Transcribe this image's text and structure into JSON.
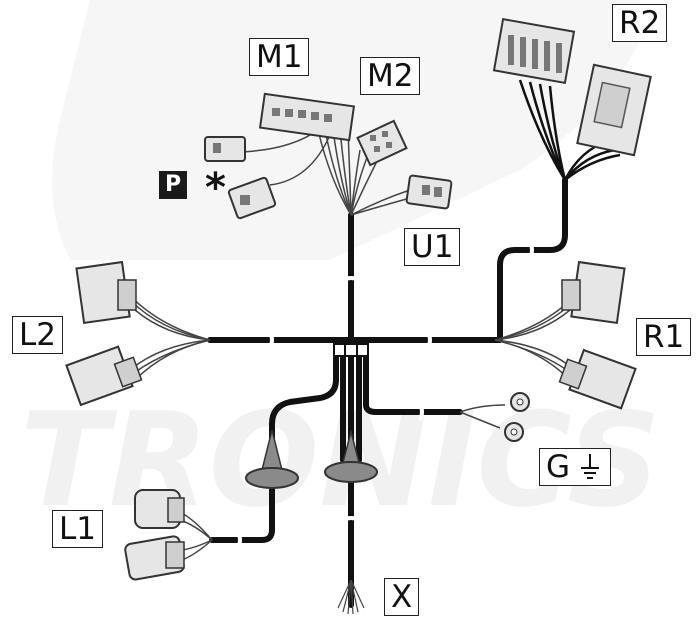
{
  "labels": {
    "m1": "M1",
    "m2": "M2",
    "r2": "R2",
    "u1": "U1",
    "l2": "L2",
    "r1": "R1",
    "g": "G",
    "l1": "L1",
    "x": "X"
  },
  "markers": {
    "p": "P",
    "star": "*"
  },
  "watermark": "TRONICS",
  "colors": {
    "cable": "#111111",
    "thin_wire": "#444444",
    "connector_fill": "#e6e6e6",
    "connector_stroke": "#333333",
    "grommet": "#8a8a8a",
    "watermark": "#f2f2f2",
    "label_border": "#222222"
  },
  "icons": [
    "ground-symbol-icon",
    "wire-break-icon"
  ]
}
